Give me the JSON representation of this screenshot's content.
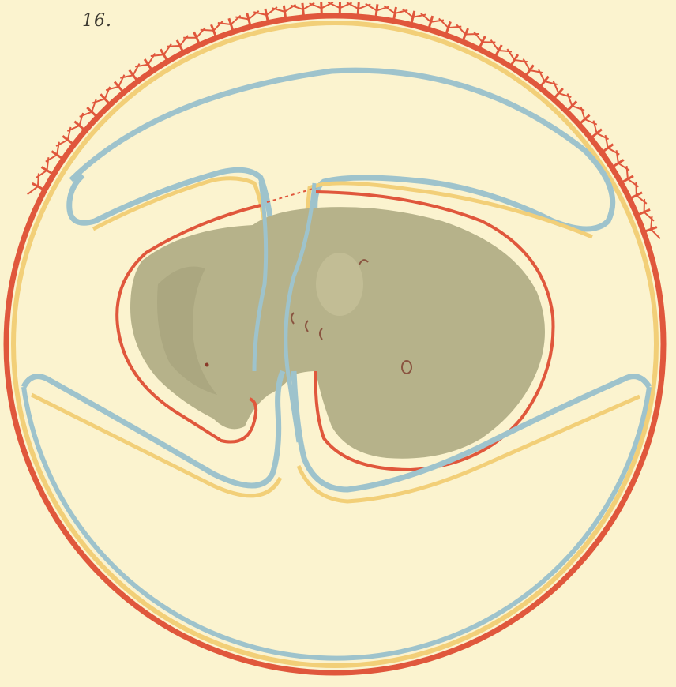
{
  "figure": {
    "number_label": "16."
  },
  "colors": {
    "paper": "#fbf3cf",
    "outer_red": "#e0573c",
    "yellow_layer": "#f2cf78",
    "blue_layer": "#9ec3cc",
    "embryo_fill": "#b6b28a",
    "embryo_shade": "#a3a07a",
    "ink": "#3d3a32"
  },
  "layers": [
    {
      "name": "red-layer",
      "color": "outer_red"
    },
    {
      "name": "yellow-layer",
      "color": "yellow_layer"
    },
    {
      "name": "blue-layer",
      "color": "blue_layer"
    }
  ]
}
